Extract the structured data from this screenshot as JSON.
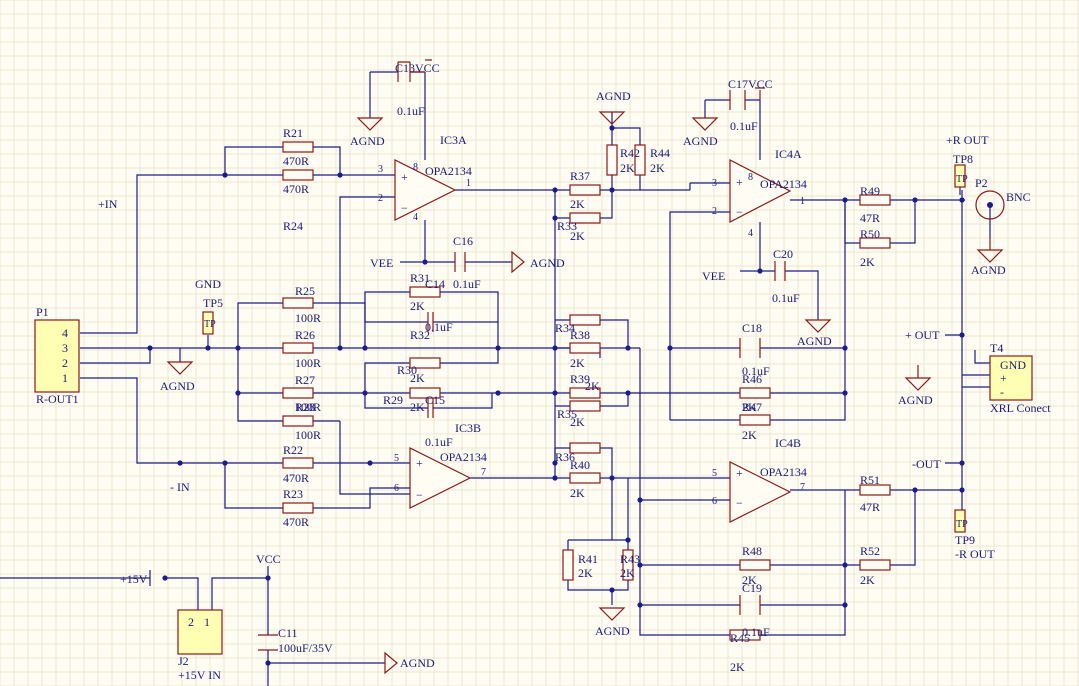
{
  "labels": {
    "C13": "C13",
    "VCC1": "VCC",
    "C13v": "0.1uF",
    "AGND1": "AGND",
    "IC3A": "IC3A",
    "R21": "R21",
    "R21v": "470R",
    "R24": "R24",
    "R24v": "470R",
    "OPA3A": "OPA2134",
    "p3a3": "3",
    "p3a2": "2",
    "p3a1": "1",
    "p3a8": "8",
    "p3a4": "4",
    "AGND2": "AGND",
    "R37": "R37",
    "R37v": "2K",
    "R42": "R42",
    "R42v": "2K",
    "R44": "R44",
    "R44v": "2K",
    "R33": "R33",
    "R33v": "2K",
    "C17": "C17",
    "VCC2": "VCC",
    "C17v": "0.1uF",
    "AGND3": "AGND",
    "IC4A": "IC4A",
    "OPA4A": "OPA2134",
    "p4a3": "3",
    "p4a2": "2",
    "p4a1": "1",
    "p4a8": "8",
    "p4a4": "4",
    "ROUTp": "+R OUT",
    "TP8": "TP8",
    "TP8t": "TP",
    "P2": "P2",
    "BNC": "BNC",
    "R49": "R49",
    "R49v": "47R",
    "R50": "R50",
    "R50v": "2K",
    "AGND4": "AGND",
    "VEE1": "VEE",
    "C16": "C16",
    "C16v": "0.1uF",
    "AGND5": "AGND",
    "VEE2": "VEE",
    "C20": "C20",
    "C20v": "0.1uF",
    "AGND6": "AGND",
    "PlusIN": "+IN",
    "GND": "GND",
    "TP5": "TP5",
    "TP5t": "TP",
    "P1": "P1",
    "P1p4": "4",
    "P1p3": "3",
    "P1p2": "2",
    "P1p1": "1",
    "ROUT1": "R-OUT1",
    "AGND7": "AGND",
    "R25": "R25",
    "R25v": "100R",
    "R26": "R26",
    "R26v": "100R",
    "R27": "R27",
    "R27v": "100R",
    "R28": "R28",
    "R28v": "100R",
    "R31": "R31",
    "R31v": "2K",
    "C14": "C14",
    "C14v": "0.1uF",
    "R32": "R32",
    "R32v": "2K",
    "R30": "R30",
    "R30v": "2K",
    "R29": "R29",
    "C15": "C15",
    "C15v": "0.1uF",
    "R29v": "2K",
    "R34": "R34",
    "R38": "R38",
    "R38v": "2K",
    "R39": "R39",
    "R39v": "2K",
    "R35": "R35",
    "R35v": "2K",
    "C18": "C18",
    "C18v": "0.1uF",
    "R46": "R46",
    "R46v": "2K",
    "R47": "R47",
    "R47v": "2K",
    "IC4B": "IC4B",
    "PlusOUT": "+ OUT",
    "T4": "T4",
    "T4g": "GND",
    "T4p": "+",
    "T4m": "-",
    "XRL": "XRL Conect",
    "AGND8": "AGND",
    "MinusIN": "- IN",
    "R22": "R22",
    "R22v": "470R",
    "R23": "R23",
    "R23v": "470R",
    "IC3B": "IC3B",
    "C15b": "0.1uF",
    "OPA3B": "OPA2134",
    "p3b5": "5",
    "p3b6": "6",
    "p3b7": "7",
    "R36": "R36",
    "R40": "R40",
    "R40v": "2K",
    "R41": "R41",
    "R41v": "2K",
    "R43": "R43",
    "R43v": "2K",
    "AGND9": "AGND",
    "OPA4B": "OPA2134",
    "p4b5": "5",
    "p4b6": "6",
    "p4b7": "7",
    "R48": "R48",
    "R48v": "2K",
    "R51": "R51",
    "R51v": "47R",
    "R52": "R52",
    "R52v": "2K",
    "MinusOUT": "-OUT",
    "TP9": "TP9",
    "TP9t": "TP",
    "ROUTm": "-R OUT",
    "C19": "C19",
    "C19v": "0.1uF",
    "R45": "R45",
    "R45v": "2K",
    "P15V": "+15V",
    "J2": "J2",
    "J2p2": "2",
    "J2p1": "1",
    "J2name": "+15V IN",
    "VCC3": "VCC",
    "C11": "C11",
    "C11v": "100uF/35V",
    "AGND10": "AGND"
  }
}
